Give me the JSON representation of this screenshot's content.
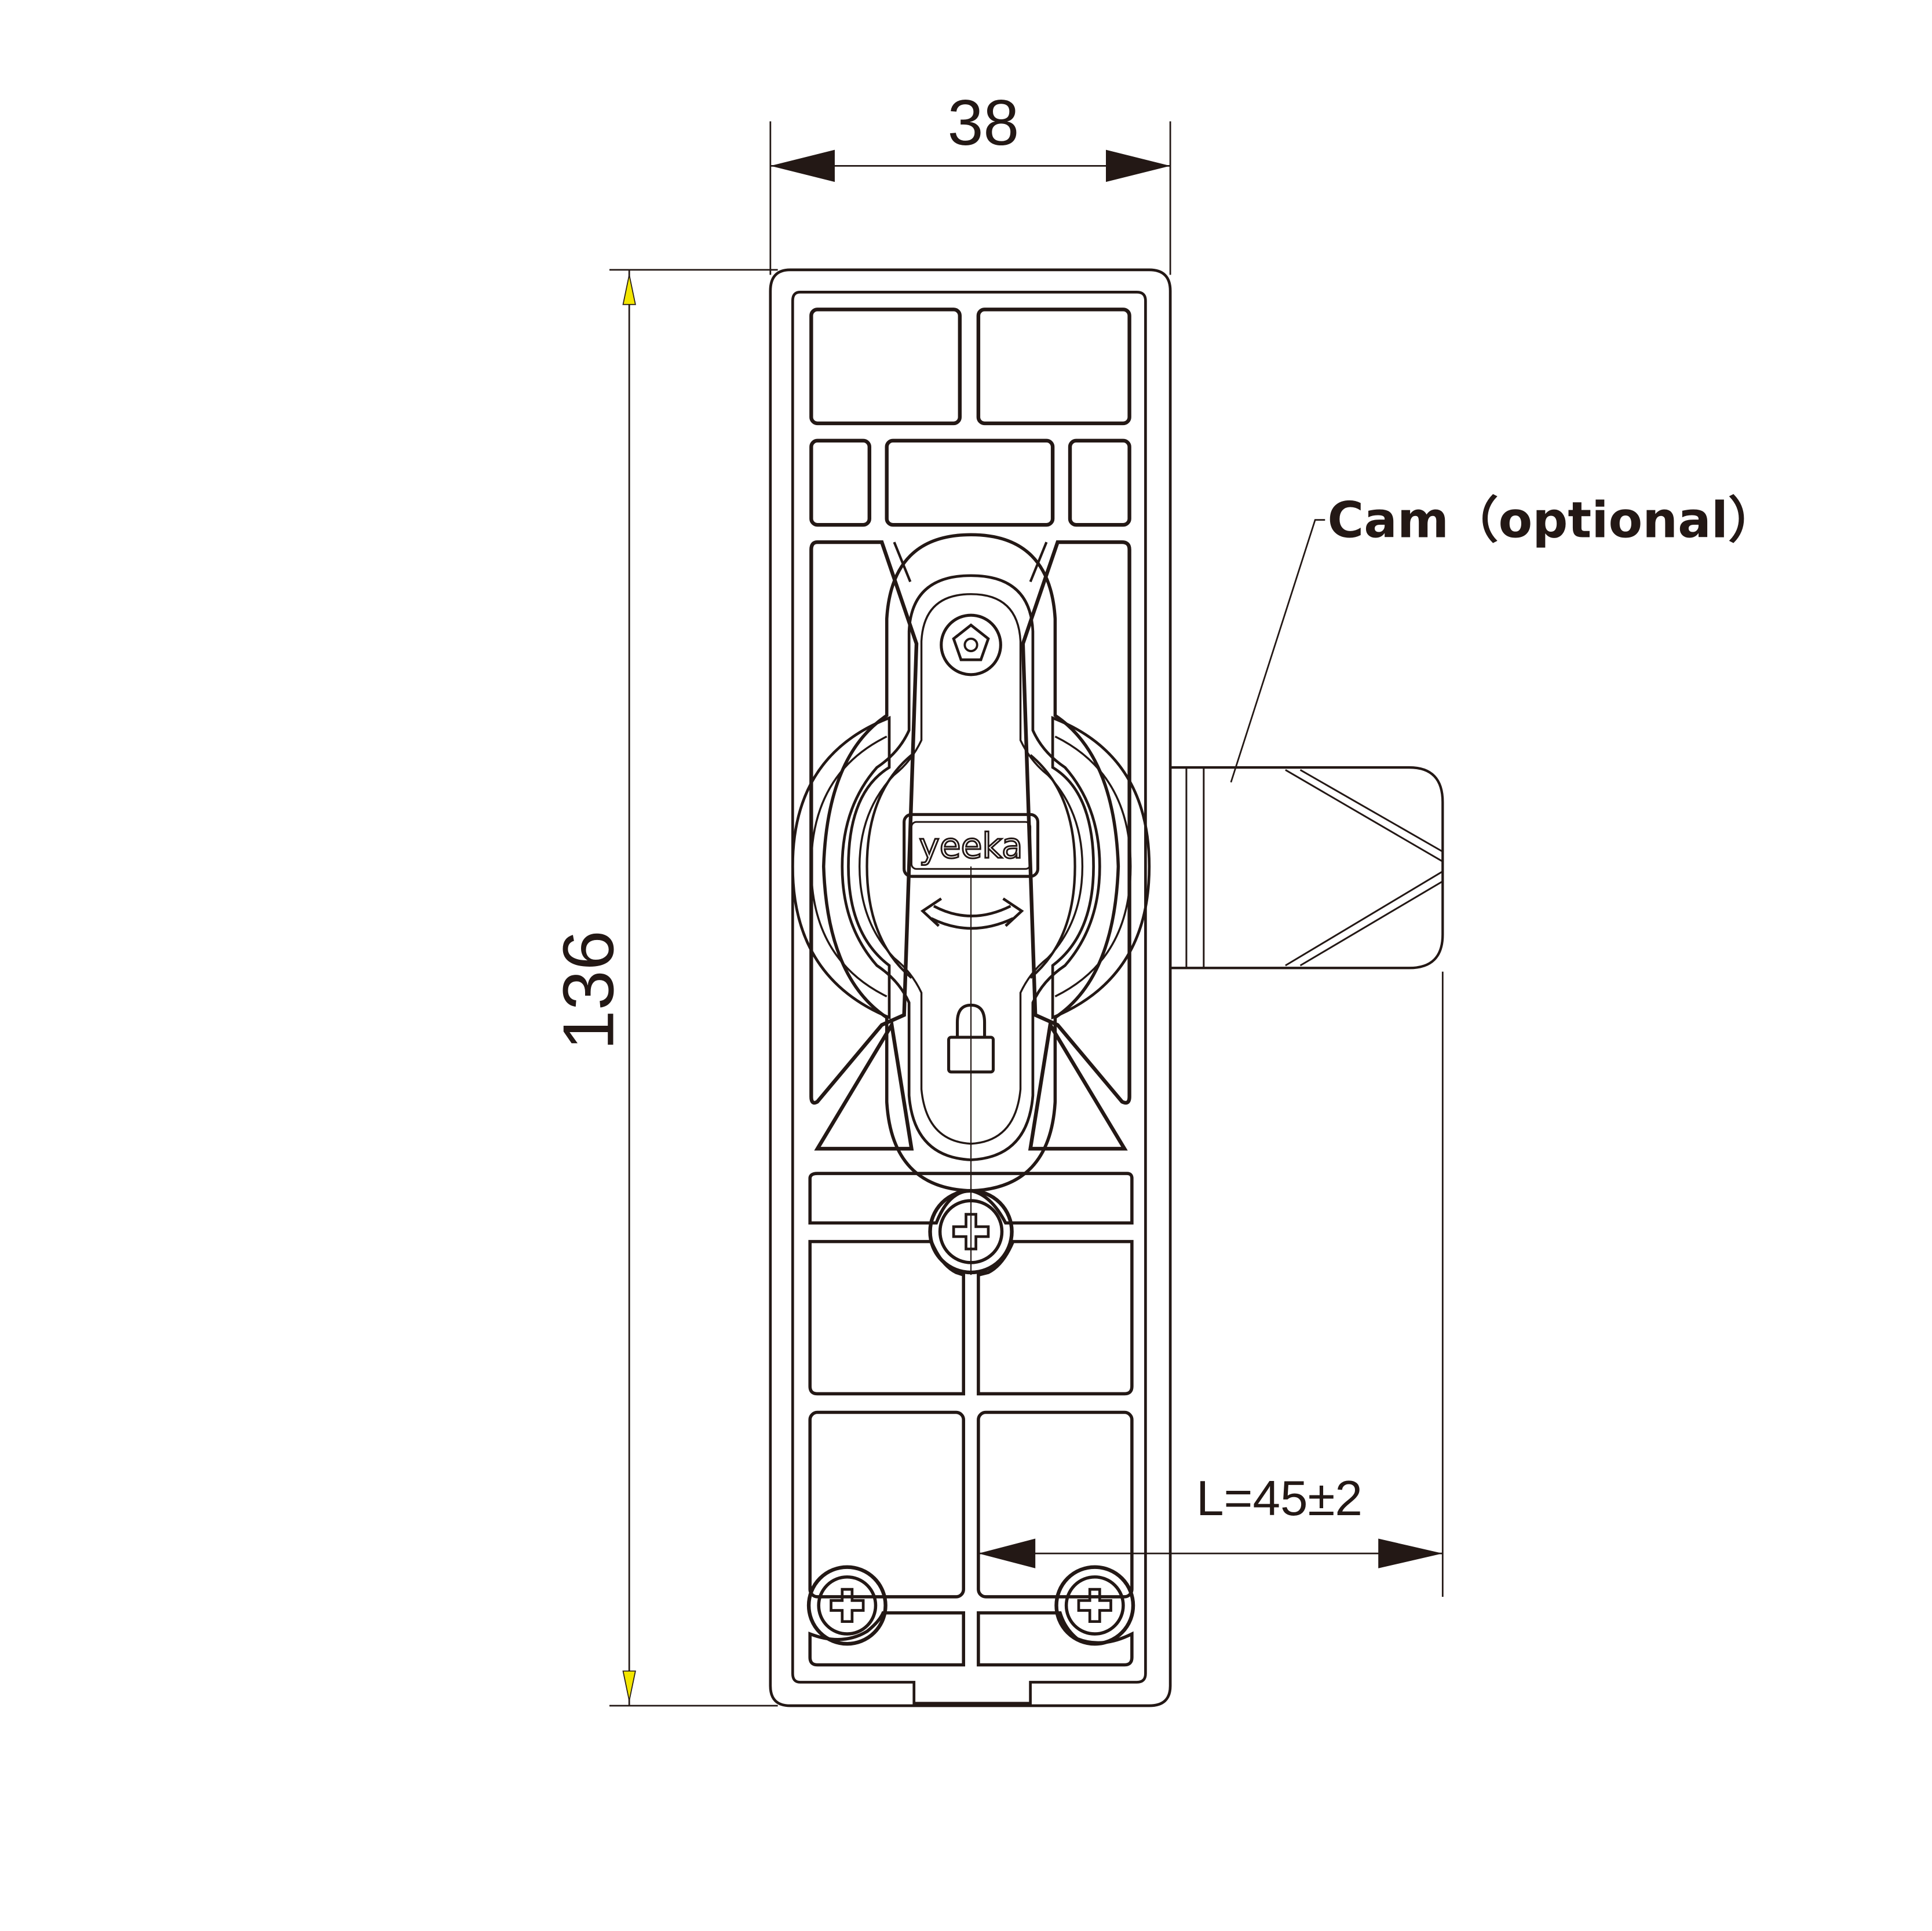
{
  "dimensions": {
    "width_label": "38",
    "height_label": "136",
    "length_label": "L=45±2"
  },
  "callouts": {
    "cam": "Cam（optional）"
  },
  "branding": {
    "logo": "yeeka"
  },
  "colors": {
    "line": "#231815",
    "dimension_arrow_marker": "#f3e600",
    "background": "#ffffff"
  }
}
